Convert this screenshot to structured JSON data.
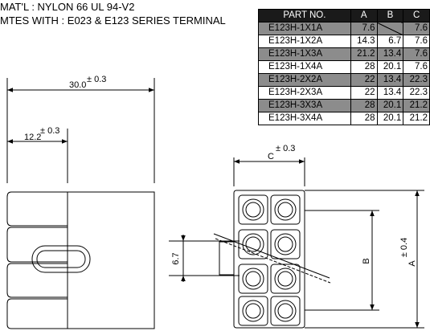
{
  "notes": {
    "material": "MAT'L : NYLON 66 UL 94-V2",
    "mates": "MTES  WITH : E023 & E123 SERIES TERMINAL"
  },
  "table": {
    "headers": [
      "PART NO.",
      "A",
      "B",
      "C"
    ],
    "rows": [
      {
        "part": "E123H-1X1A",
        "a": "7.6",
        "b": "",
        "c": "7.6",
        "shaded": true,
        "b_slash": true
      },
      {
        "part": "E123H-1X2A",
        "a": "14.3",
        "b": "6.7",
        "c": "7.6",
        "shaded": false
      },
      {
        "part": "E123H-1X3A",
        "a": "21.2",
        "b": "13.4",
        "c": "7.6",
        "shaded": true
      },
      {
        "part": "E123H-1X4A",
        "a": "28",
        "b": "20.1",
        "c": "7.6",
        "shaded": false
      },
      {
        "part": "E123H-2X2A",
        "a": "22",
        "b": "13.4",
        "c": "22.3",
        "shaded": true
      },
      {
        "part": "E123H-2X3A",
        "a": "22",
        "b": "13.4",
        "c": "22.3",
        "shaded": false
      },
      {
        "part": "E123H-3X3A",
        "a": "28",
        "b": "20.1",
        "c": "21.2",
        "shaded": true
      },
      {
        "part": "E123H-3X4A",
        "a": "28",
        "b": "20.1",
        "c": "21.2",
        "shaded": false
      }
    ]
  },
  "dimensions": {
    "width_total": "30.0",
    "width_total_tol": "± 0.3",
    "width_partial": "12.2",
    "width_partial_tol": "± 0.3",
    "c_label": "C",
    "c_tol": "± 0.3",
    "pitch": "6.7",
    "b_label": "B",
    "a_label": "A",
    "a_tol": "± 0.4"
  }
}
